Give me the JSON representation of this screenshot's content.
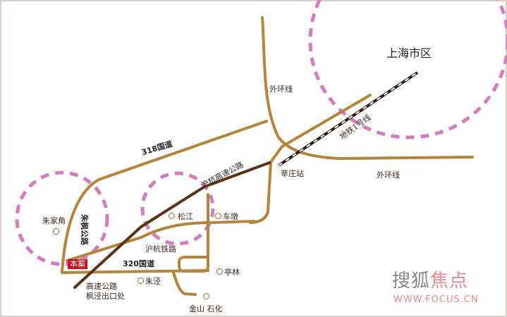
{
  "labels": {
    "shanghai": "上海市区",
    "outer_ring_north": "外环线",
    "outer_ring_south": "外环线",
    "metro1": "地铁1号线",
    "xinzhuang": "莘庄站",
    "g318": "318国道",
    "hhgs": "沪杭高速公路",
    "zhufeng": "朱枫公路",
    "zhujiajiao": "朱家角",
    "songjiang": "松江",
    "chedun": "车墩",
    "hhtl": "沪杭铁路",
    "g320": "320国道",
    "tinglin": "亭林",
    "zhujing": "朱泾",
    "exit1": "高速公路",
    "exit2": "枫泾出口处",
    "jinshan": "金山 石化",
    "project": "本案"
  },
  "watermark": {
    "brand_gray": "搜狐",
    "brand_pink": "焦点",
    "url": "WWW.FOCUS.CN"
  },
  "colors": {
    "road": "#b5853a",
    "highway": "#5a3318",
    "zone": "#d27fbd",
    "project": "#c8141e"
  }
}
